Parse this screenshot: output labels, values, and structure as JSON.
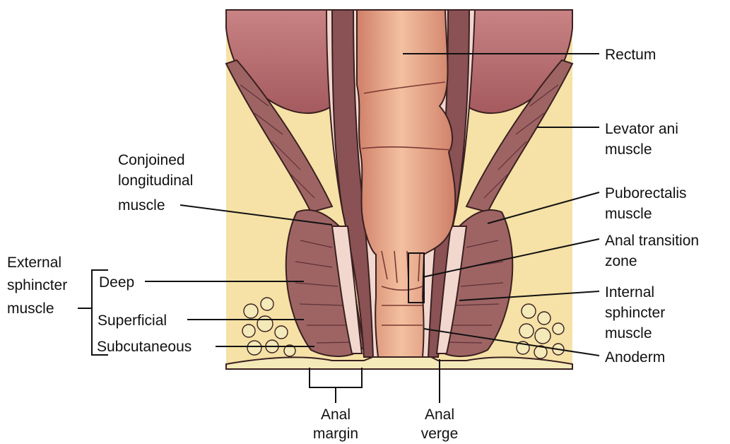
{
  "labels": {
    "rectum": "Rectum",
    "levator_ani_1": "Levator ani",
    "levator_ani_2": "muscle",
    "conjoined_1": "Conjoined",
    "conjoined_2": "longitudinal",
    "conjoined_3": "muscle",
    "puborectalis_1": "Puborectalis",
    "puborectalis_2": "muscle",
    "anal_transition_1": "Anal transition",
    "anal_transition_2": "zone",
    "external_1": "External",
    "external_2": "sphincter",
    "external_3": "muscle",
    "deep": "Deep",
    "superficial": "Superficial",
    "subcutaneous": "Subcutaneous",
    "internal_1": "Internal",
    "internal_2": "sphincter",
    "internal_3": "muscle",
    "anoderm": "Anoderm",
    "anal_margin_1": "Anal",
    "anal_margin_2": "margin",
    "anal_verge_1": "Anal",
    "anal_verge_2": "verge"
  },
  "colors": {
    "fat_background": "#f6e1a6",
    "pelvic_organ": "#b86a6c",
    "muscle": "#9e6464",
    "muscle_dark": "#6f3e44",
    "mucosa": "#e39b7e",
    "mucosa_highlight": "#f3c4a4",
    "wall_light": "#f2d7cf",
    "skin_fat": "#f4e9b8"
  }
}
